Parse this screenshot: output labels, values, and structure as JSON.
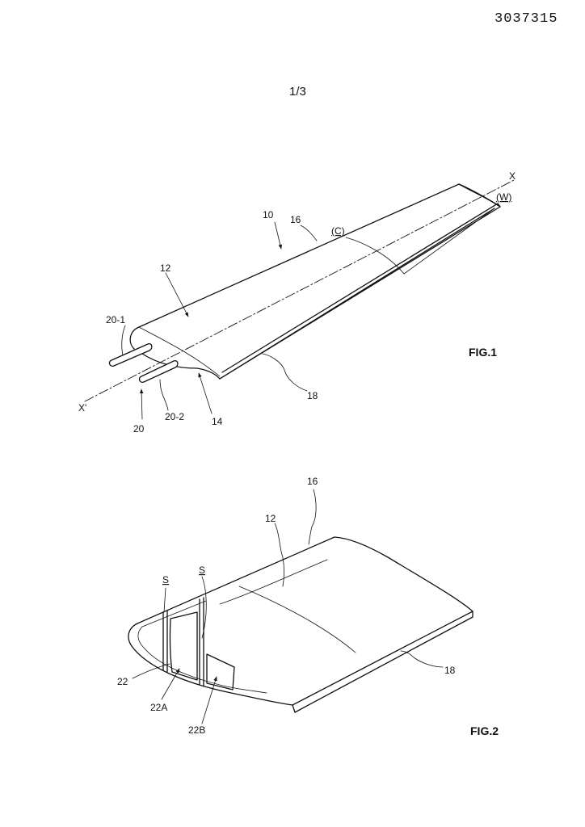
{
  "header": {
    "document_number": "3037315",
    "sheet": "1/3"
  },
  "fig1": {
    "label": "FIG.1",
    "refs": {
      "r10": "10",
      "r16": "16",
      "rC": "(C)",
      "rX": "X",
      "rW": "(W)",
      "r12": "12",
      "r20_1": "20-1",
      "rXp": "X'",
      "r20": "20",
      "r20_2": "20-2",
      "r14": "14",
      "r18": "18"
    }
  },
  "fig2": {
    "label": "FIG.2",
    "refs": {
      "r16": "16",
      "r12": "12",
      "rS1": "S",
      "rS2": "S",
      "r22": "22",
      "r22A": "22A",
      "r22B": "22B",
      "r18": "18"
    }
  }
}
